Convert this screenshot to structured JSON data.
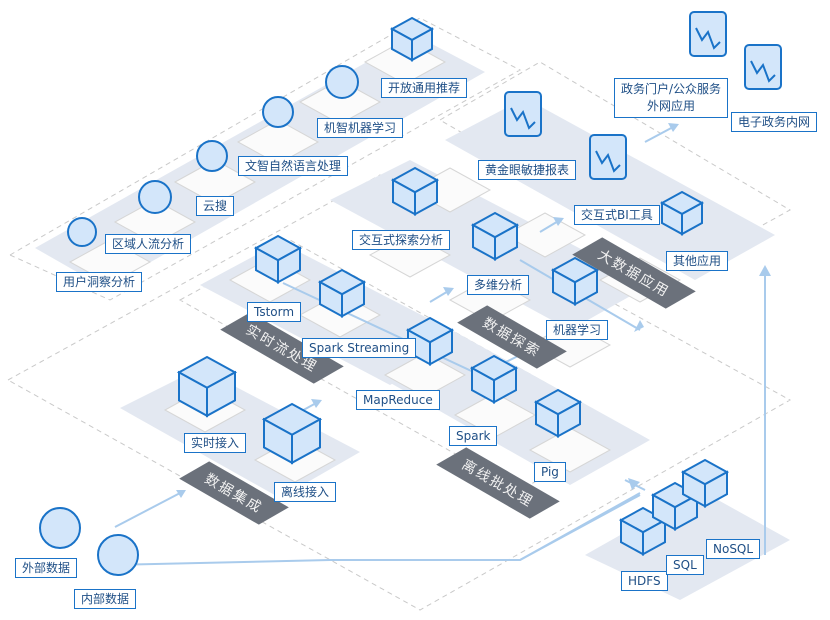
{
  "layers": {
    "integration": "数据集成",
    "realtime": "实时流处理",
    "batch": "离线批处理",
    "exploration": "数据探索",
    "application": "大数据应用"
  },
  "top_apps": [
    "用户洞察分析",
    "区域人流分析",
    "云搜",
    "文智自然语言处理",
    "机智机器学习",
    "开放通用推荐"
  ],
  "outputs": {
    "portal_line1": "政务门户/公众服务",
    "portal_line2": "外网应用",
    "intranet": "电子政务内网"
  },
  "application": [
    "黄金眼敏捷报表",
    "交互式BI工具",
    "其他应用"
  ],
  "exploration": [
    "交互式探索分析",
    "多维分析",
    "机器学习"
  ],
  "realtime": [
    "Tstorm",
    "Spark Streaming"
  ],
  "batch": [
    "MapReduce",
    "Spark",
    "Pig"
  ],
  "integration": [
    "实时接入",
    "离线接入"
  ],
  "sources": [
    "外部数据",
    "内部数据"
  ],
  "storage": [
    "HDFS",
    "SQL",
    "NoSQL"
  ],
  "colors": {
    "accent": "#1a73c8",
    "band": "#e3e8f1",
    "banner": "#6b717b",
    "arrow": "#a9cbec"
  }
}
